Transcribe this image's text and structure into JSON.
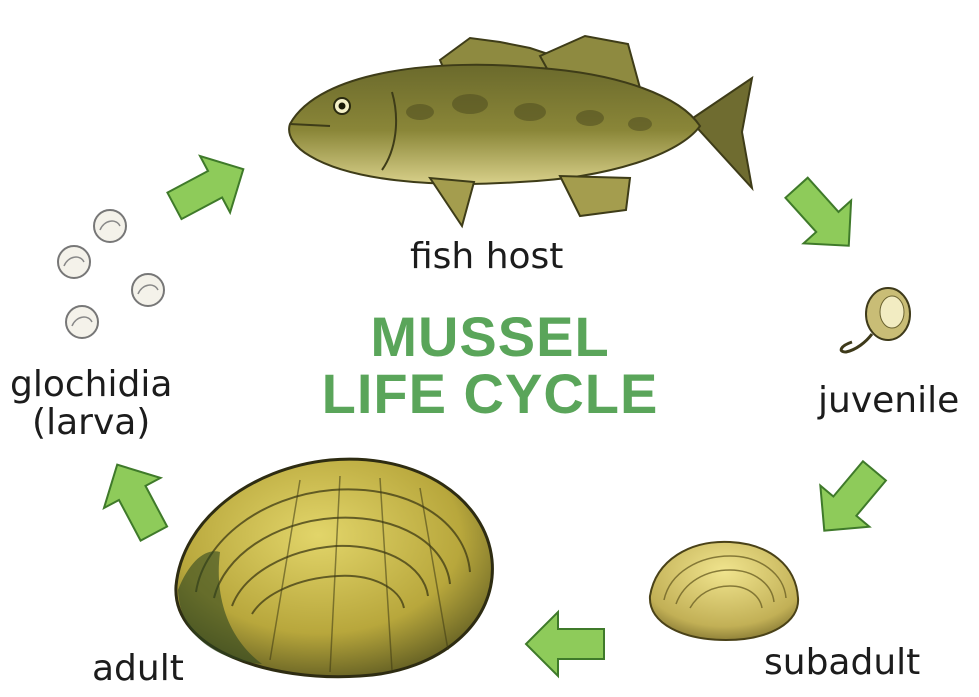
{
  "title": {
    "line1": "MUSSEL",
    "line2": "LIFE CYCLE"
  },
  "stages": {
    "fish_host": "fish host",
    "juvenile": "juvenile",
    "subadult": "subadult",
    "adult": "adult",
    "glochidia_line1": "glochidia",
    "glochidia_line2": "(larva)"
  },
  "colors": {
    "accent": "#5aa55a",
    "arrow_fill": "#8ecb5a",
    "arrow_stroke": "#3f7a2a",
    "fish": "#7d7a34",
    "shell": "#b8a73c"
  },
  "icons": [
    "fish-icon",
    "juvenile-mussel-icon",
    "subadult-shell-icon",
    "adult-shell-icon",
    "glochidia-icon",
    "cycle-arrow-icon"
  ]
}
